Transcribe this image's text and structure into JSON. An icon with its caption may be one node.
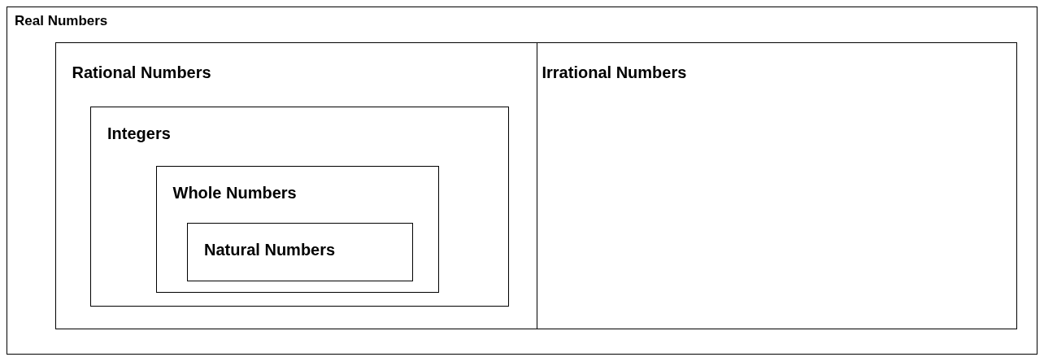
{
  "diagram": {
    "nodes": [
      {
        "text": [
          "Real Numbers"
        ]
      },
      {
        "text": [
          "Rational Numbers"
        ],
        "in": 0
      },
      {
        "text": [
          "Irrational Numbers"
        ],
        "in": 0
      },
      {
        "text": [
          "Integers"
        ],
        "in": 1
      },
      {
        "text": [
          "Whole Numbers"
        ],
        "in": 3
      },
      {
        "text": [
          "Natural Numbers"
        ],
        "in": 4
      }
    ]
  }
}
